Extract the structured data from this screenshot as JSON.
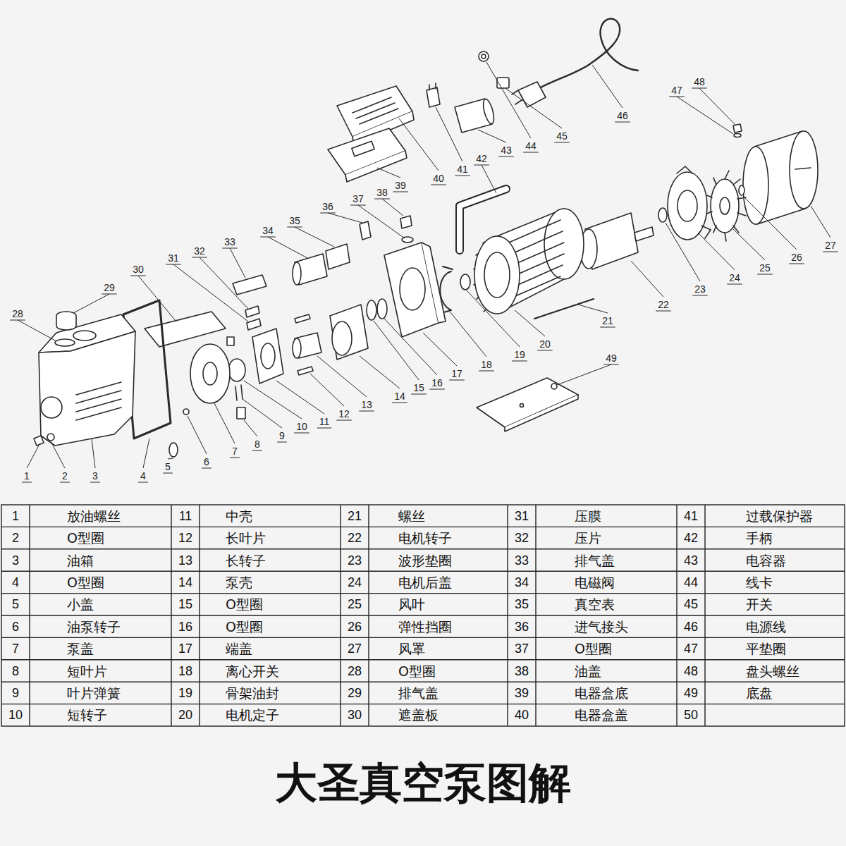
{
  "diagram": {
    "title": "大圣真空泵图解",
    "labels": [
      "1",
      "2",
      "3",
      "4",
      "5",
      "6",
      "7",
      "8",
      "9",
      "10",
      "11",
      "12",
      "13",
      "14",
      "15",
      "16",
      "17",
      "18",
      "19",
      "20",
      "21",
      "22",
      "23",
      "24",
      "25",
      "26",
      "27",
      "28",
      "29",
      "30",
      "31",
      "32",
      "33",
      "34",
      "35",
      "36",
      "37",
      "38",
      "39",
      "40",
      "41",
      "42",
      "43",
      "44",
      "45",
      "46",
      "47",
      "48",
      "49",
      "1",
      "放油螺丝",
      "11",
      "中壳",
      "21",
      "螺丝",
      "31",
      "压膜",
      "41",
      "过载保护器",
      "2",
      "O型圈",
      "12",
      "长叶片",
      "22",
      "电机转子",
      "32",
      "压片",
      "42",
      "手柄",
      "3",
      "油箱",
      "13",
      "长转子",
      "23",
      "波形垫圈",
      "33",
      "排气盖",
      "43",
      "电容器",
      "4",
      "O型圈",
      "14",
      "泵壳",
      "24",
      "电机后盖",
      "34",
      "电磁阀",
      "44",
      "线卡",
      "5",
      "小盖",
      "15",
      "O型圈",
      "25",
      "风叶",
      "35",
      "真空表",
      "45",
      "开关",
      "6",
      "油泵转子",
      "16",
      "O型圈",
      "26",
      "弹性挡圈",
      "36",
      "进气接头",
      "46",
      "电源线",
      "7",
      "泵盖",
      "17",
      "端盖",
      "27",
      "风罩",
      "37",
      "O型圈",
      "47",
      "平垫圈",
      "8",
      "短叶片",
      "18",
      "离心开关",
      "28",
      "O型圈",
      "38",
      "油盖",
      "48",
      "盘头螺丝",
      "9",
      "叶片弹簧",
      "19",
      "骨架油封",
      "29",
      "排气盖",
      "39",
      "电器盒底",
      "49",
      "底盘",
      "10",
      "短转子",
      "20",
      "电机定子",
      "30",
      "遮盖板",
      "40",
      "电器盒盖",
      "50"
    ]
  }
}
